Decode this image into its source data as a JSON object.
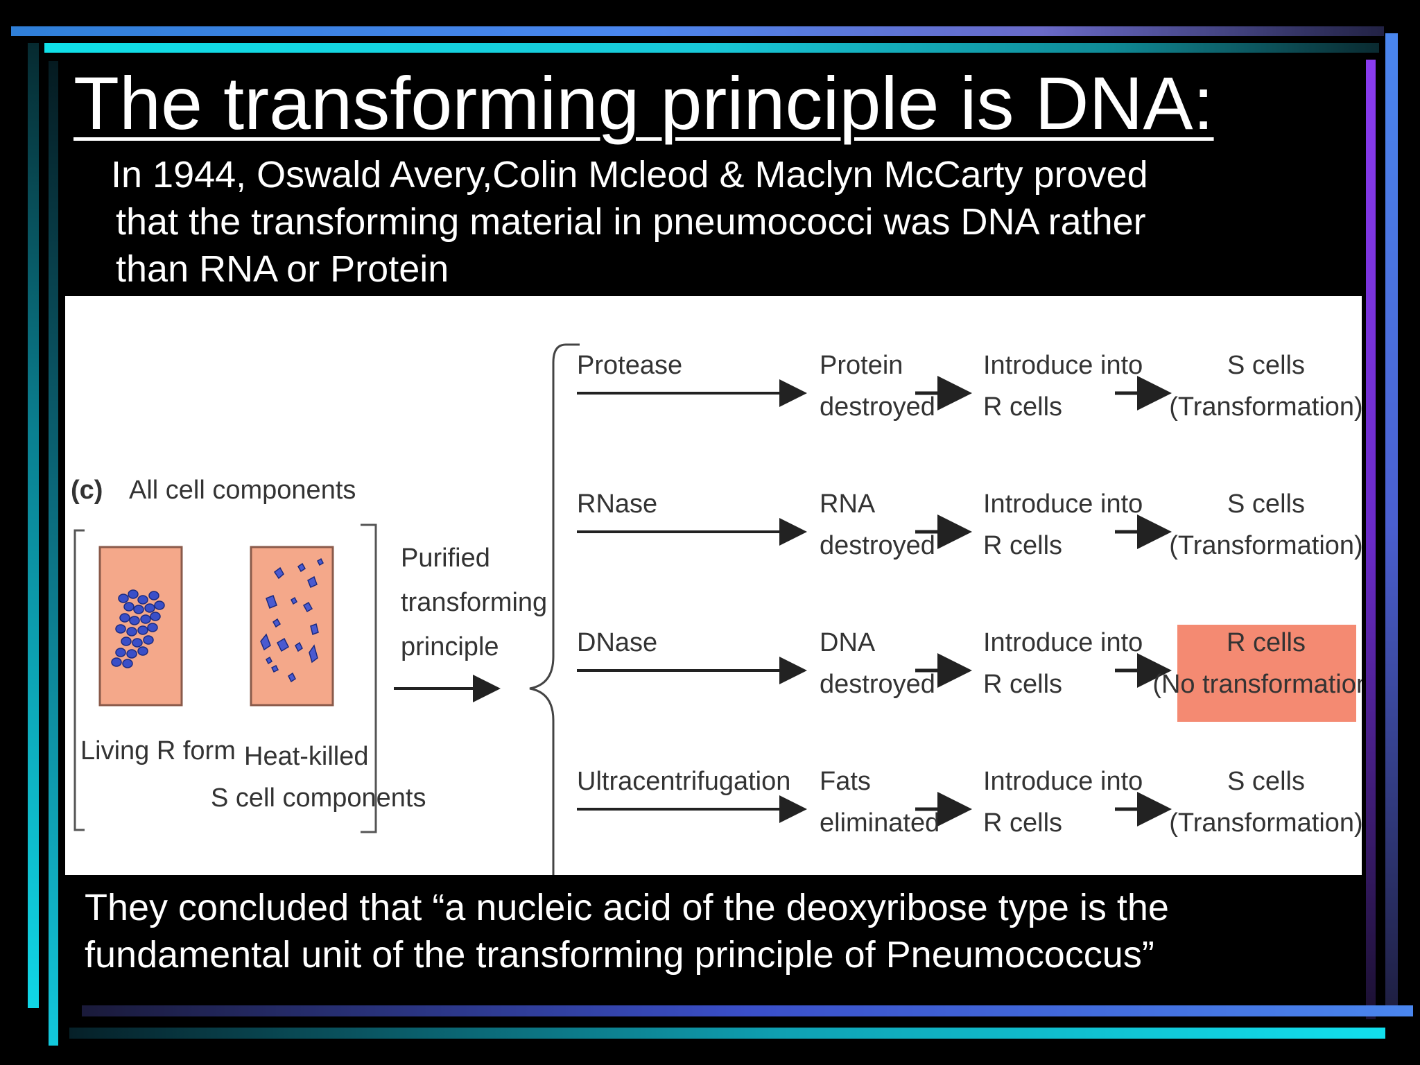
{
  "slide": {
    "title": "The transforming principle is DNA:",
    "intro_lines": [
      "In 1944, Oswald Avery,Colin Mcleod & Maclyn McCarty proved",
      "that the transforming material in pneumococci was DNA rather",
      "than RNA or Protein"
    ],
    "conclusion_lines": [
      "They  concluded  that “a nucleic acid of the deoxyribose type is the",
      "fundamental unit of the transforming principle of Pneumococcus”"
    ],
    "colors": {
      "background": "#000000",
      "text": "#ffffff",
      "figure_background": "#ffffff",
      "cell_box_fill": "#f4a88a",
      "cell_fill": "#3a4fc8",
      "highlight_fill": "#f48a72",
      "frame_cyan": "#10e0e8",
      "frame_blue": "#4a86ee",
      "frame_purple": "#8a3cf0"
    }
  },
  "figure": {
    "panel_label": "(c)",
    "components_label": "All cell components",
    "box1_label": "Living R form",
    "box2_label_line1": "Heat-killed",
    "box2_label_line2": "S cell components",
    "purified_lines": [
      "Purified",
      "transforming",
      "principle"
    ],
    "rows": [
      {
        "treatment": "Protease",
        "effect_line1": "Protein",
        "effect_line2": "destroyed",
        "step_line1": "Introduce into",
        "step_line2": "R cells",
        "result_line1": "S cells",
        "result_line2": "(Transformation)",
        "highlighted": false
      },
      {
        "treatment": "RNase",
        "effect_line1": "RNA",
        "effect_line2": "destroyed",
        "step_line1": "Introduce into",
        "step_line2": "R cells",
        "result_line1": "S cells",
        "result_line2": "(Transformation)",
        "highlighted": false
      },
      {
        "treatment": "DNase",
        "effect_line1": "DNA",
        "effect_line2": "destroyed",
        "step_line1": "Introduce into",
        "step_line2": "R cells",
        "result_line1": "R cells",
        "result_line2": "(No transformation)",
        "highlighted": true
      },
      {
        "treatment": "Ultracentrifugation",
        "effect_line1": "Fats",
        "effect_line2": "eliminated",
        "step_line1": "Introduce into",
        "step_line2": "R cells",
        "result_line1": "S cells",
        "result_line2": "(Transformation)",
        "highlighted": false
      }
    ]
  }
}
